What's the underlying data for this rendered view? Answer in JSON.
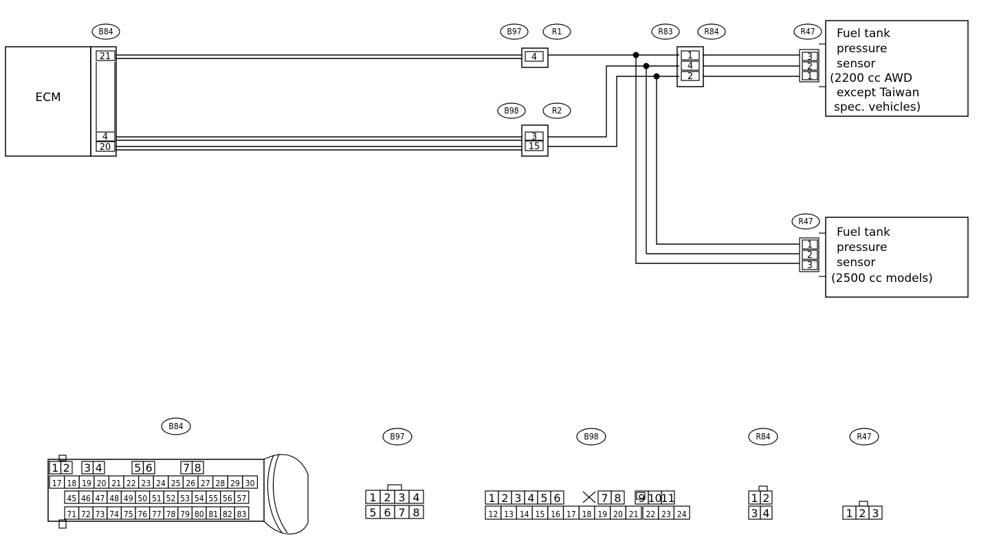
{
  "ecm": {
    "label": "ECM",
    "connector": "B84",
    "pins": [
      "21",
      "4",
      "20"
    ]
  },
  "joints": {
    "b97": {
      "tag": "B97",
      "pin": "4"
    },
    "r1": {
      "tag": "R1"
    },
    "b98": {
      "tag": "B98",
      "pins": [
        "3",
        "15"
      ]
    },
    "r2": {
      "tag": "R2"
    },
    "r83": {
      "tag": "R83"
    },
    "r84": {
      "tag": "R84",
      "pins": [
        "1",
        "4",
        "2"
      ]
    }
  },
  "sensor_top": {
    "connector": "R47",
    "pins": [
      "3",
      "2",
      "1"
    ],
    "lines": [
      "Fuel tank",
      "pressure",
      "sensor",
      "(2200 cc AWD",
      "except Taiwan",
      "spec. vehicles)"
    ]
  },
  "sensor_bottom": {
    "connector": "R47",
    "pins": [
      "1",
      "2",
      "3"
    ],
    "lines": [
      "Fuel tank",
      "pressure",
      "sensor",
      "(2500 cc models)"
    ]
  },
  "faces": {
    "b84": {
      "tag": "B84",
      "row1": [
        "1",
        "2",
        "3",
        "4",
        "5",
        "6",
        "7",
        "8"
      ],
      "row2": [
        "17",
        "18",
        "19",
        "20",
        "21",
        "22",
        "23",
        "24",
        "25",
        "26",
        "27",
        "28",
        "29",
        "30"
      ],
      "row3": [
        "45",
        "46",
        "47",
        "48",
        "49",
        "50",
        "51",
        "52",
        "53",
        "54",
        "55",
        "56",
        "57"
      ],
      "row4": [
        "71",
        "72",
        "73",
        "74",
        "75",
        "76",
        "77",
        "78",
        "79",
        "80",
        "81",
        "82",
        "83"
      ]
    },
    "b97": {
      "tag": "B97",
      "row1": [
        "1",
        "2",
        "3",
        "4"
      ],
      "row2": [
        "5",
        "6",
        "7",
        "8"
      ]
    },
    "b98": {
      "tag": "B98",
      "row1": [
        "1",
        "2",
        "3",
        "4",
        "5",
        "6",
        "7",
        "8",
        "9",
        "10",
        "11"
      ],
      "row2": [
        "12",
        "13",
        "14",
        "15",
        "16",
        "17",
        "18",
        "19",
        "20",
        "21",
        "22",
        "23",
        "24"
      ]
    },
    "r84": {
      "tag": "R84",
      "row1": [
        "1",
        "2"
      ],
      "row2": [
        "3",
        "4"
      ]
    },
    "r47": {
      "tag": "R47",
      "row1": [
        "1",
        "2",
        "3"
      ]
    }
  }
}
